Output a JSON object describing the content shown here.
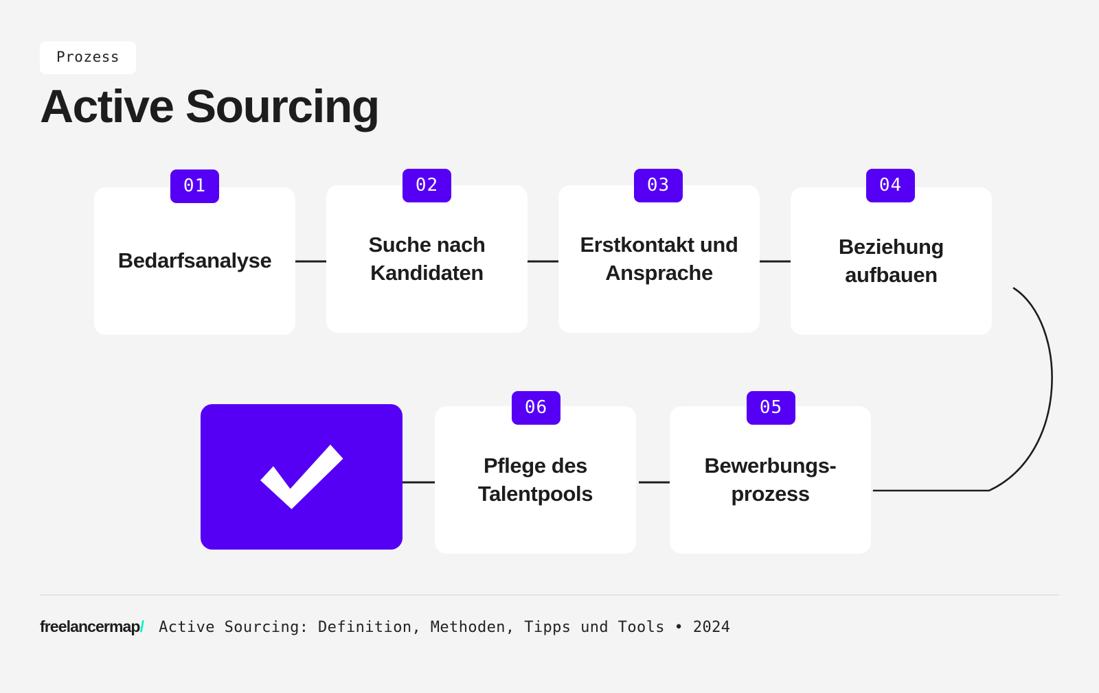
{
  "header": {
    "kicker": "Prozess",
    "title": "Active Sourcing"
  },
  "flow": {
    "steps": [
      {
        "number": "01",
        "label": "Bedarfsanalyse"
      },
      {
        "number": "02",
        "label": "Suche nach\nKandidaten"
      },
      {
        "number": "03",
        "label": "Erstkontakt und\nAnsprache"
      },
      {
        "number": "04",
        "label": "Beziehung\naufbauen"
      },
      {
        "number": "05",
        "label": "Bewerbungs-\nprozess"
      },
      {
        "number": "06",
        "label": "Pflege des\nTalentpools"
      }
    ],
    "terminal_icon": "check-icon"
  },
  "footer": {
    "brand_name": "freelancermap",
    "brand_slash": "/",
    "caption": "Active Sourcing: Definition, Methoden, Tipps und Tools • 2024"
  },
  "colors": {
    "accent": "#5500f5",
    "background": "#f4f4f4",
    "card": "#ffffff",
    "text": "#1d1d1d",
    "brand_accent": "#00f5c4",
    "connector": "#1d1d1d",
    "divider": "#e4e4e4"
  }
}
